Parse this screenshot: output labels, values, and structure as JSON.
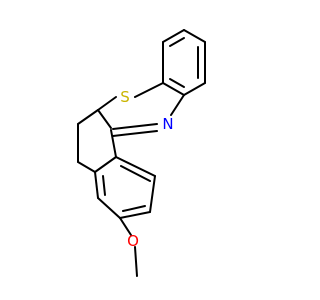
{
  "molecule": {
    "colors": {
      "bond": "#000000",
      "sulfur": "#C9B400",
      "nitrogen": "#0000FF",
      "oxygen": "#FF0000"
    },
    "atoms": {
      "sulfur": "S",
      "nitrogen": "N",
      "oxygen": "O"
    }
  }
}
